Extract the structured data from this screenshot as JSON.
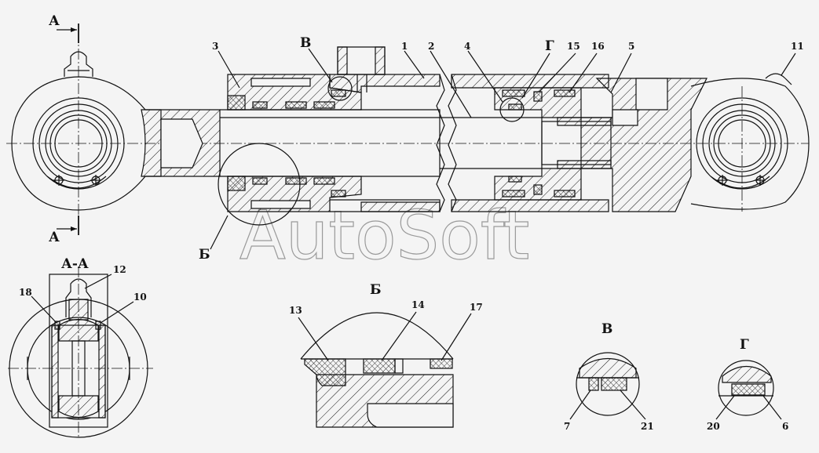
{
  "drawing": {
    "section_labels": {
      "a_top": "А",
      "a_bottom": "А",
      "section_aa": "А-А",
      "detail_b": "Б",
      "detail_b_callout": "Б",
      "detail_v": "В",
      "detail_v_callout": "В",
      "detail_g": "Г",
      "detail_g_callout": "Г"
    },
    "part_numbers": {
      "p1": "1",
      "p2": "2",
      "p3": "3",
      "p4": "4",
      "p5": "5",
      "p6": "6",
      "p7": "7",
      "p10": "10",
      "p11": "11",
      "p12": "12",
      "p13": "13",
      "p14": "14",
      "p15": "15",
      "p16": "16",
      "p17": "17",
      "p18": "18",
      "p20": "20",
      "p21": "21"
    },
    "watermark": "AutoSoft"
  }
}
